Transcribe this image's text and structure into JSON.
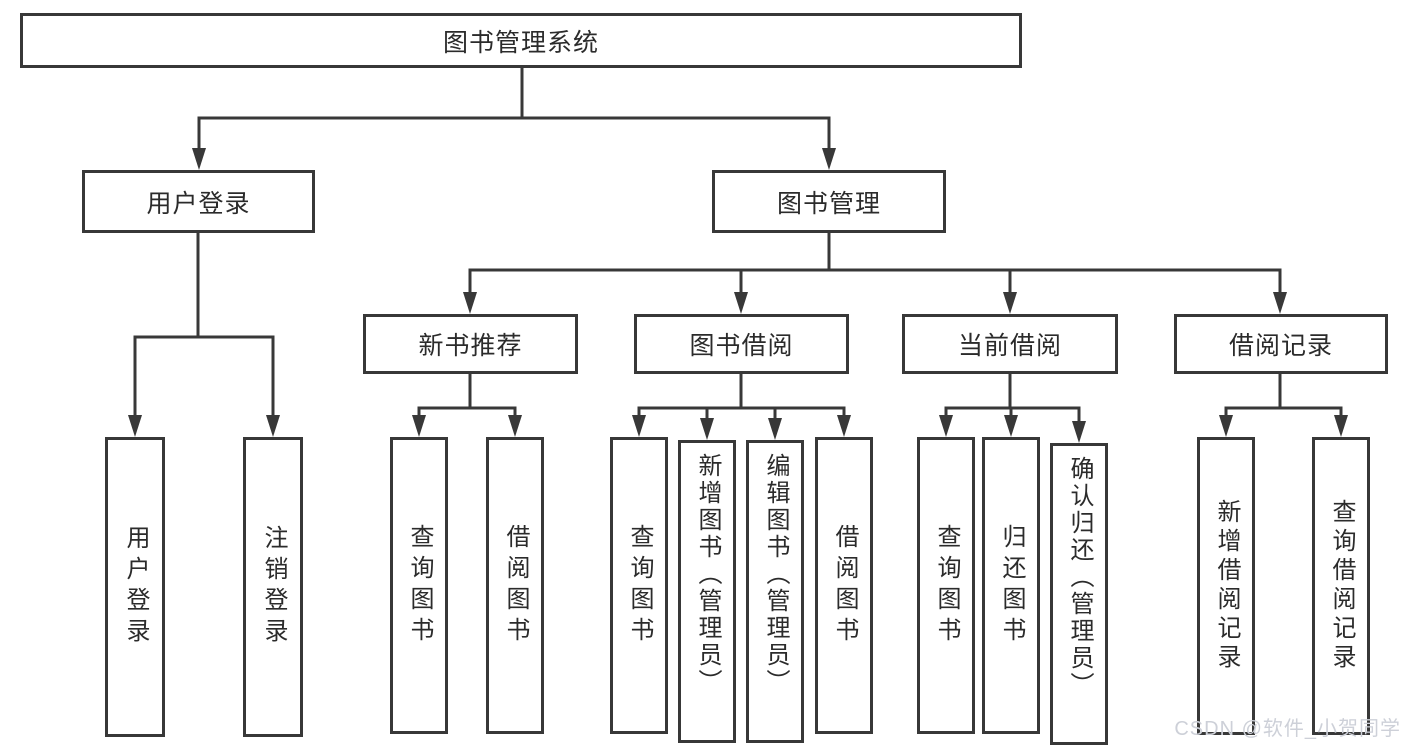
{
  "tree": {
    "label": "图书管理系统",
    "children": [
      {
        "label": "用户登录",
        "children": [
          {
            "label": "用户登录"
          },
          {
            "label": "注销登录"
          }
        ]
      },
      {
        "label": "图书管理",
        "children": [
          {
            "label": "新书推荐",
            "children": [
              {
                "label": "查询图书"
              },
              {
                "label": "借阅图书"
              }
            ]
          },
          {
            "label": "图书借阅",
            "children": [
              {
                "label": "查询图书"
              },
              {
                "label": "新增图书（管理员）"
              },
              {
                "label": "编辑图书（管理员）"
              },
              {
                "label": "借阅图书"
              }
            ]
          },
          {
            "label": "当前借阅",
            "children": [
              {
                "label": "查询图书"
              },
              {
                "label": "归还图书"
              },
              {
                "label": "确认归还（管理员）"
              }
            ]
          },
          {
            "label": "借阅记录",
            "children": [
              {
                "label": "新增借阅记录"
              },
              {
                "label": "查询借阅记录"
              }
            ]
          }
        ]
      }
    ]
  },
  "watermark": "CSDN @软件_小贺同学",
  "colors": {
    "line": "#383838",
    "text": "#2b2b2b",
    "background": "#ffffff",
    "watermark": "#cdd0d8"
  }
}
